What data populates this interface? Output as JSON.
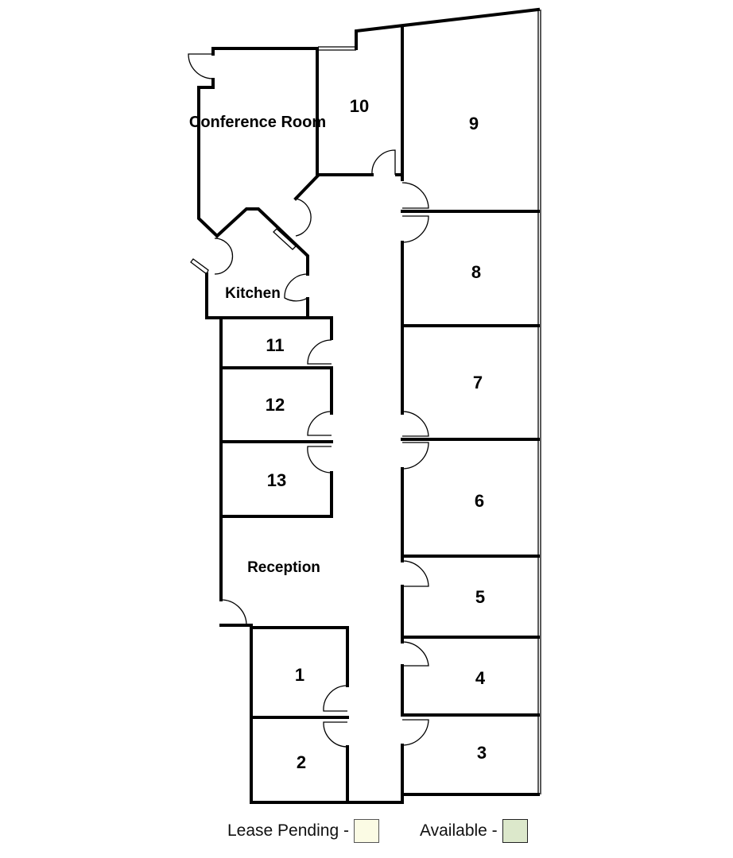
{
  "rooms": {
    "conference": "Conference Room",
    "r10": "10",
    "r9": "9",
    "r8": "8",
    "r7": "7",
    "r6": "6",
    "r5": "5",
    "r4": "4",
    "r3": "3",
    "r2": "2",
    "r1": "1",
    "r11": "11",
    "r12": "12",
    "r13": "13",
    "kitchen": "Kitchen",
    "reception": "Reception"
  },
  "legend": {
    "lease_pending": "Lease Pending -",
    "available": "Available -",
    "lease_pending_color": "#fbfbe4",
    "available_color": "#dce8cb"
  }
}
